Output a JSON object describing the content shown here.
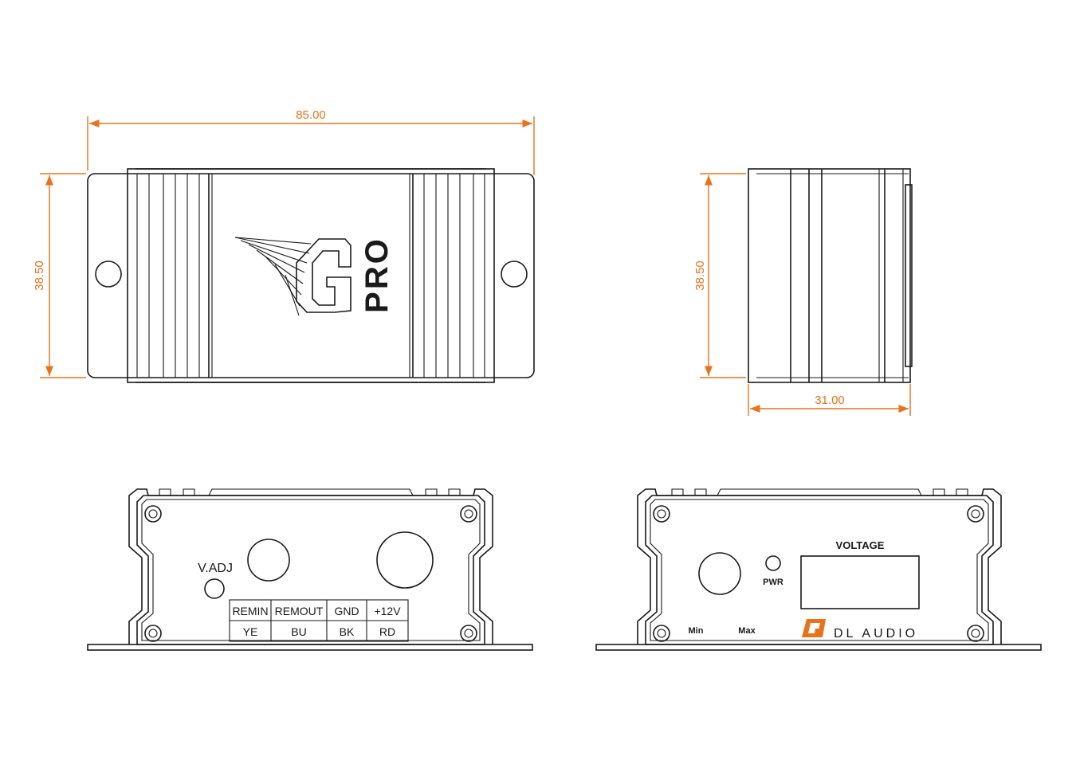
{
  "dimensions": {
    "top_width": "85.00",
    "top_height": "38.50",
    "side_height": "38.50",
    "side_width": "31.00"
  },
  "logo": {
    "mark": "G",
    "text": "PRO"
  },
  "connector_panel": {
    "vadj_label": "V.ADJ",
    "table": {
      "headers": [
        "REMIN",
        "REMOUT",
        "GND",
        "+12V"
      ],
      "values": [
        "YE",
        "BU",
        "BK",
        "RD"
      ]
    }
  },
  "display_panel": {
    "voltage_label": "VOLTAGE",
    "pwr_label": "PWR",
    "min_label": "Min",
    "max_label": "Max",
    "brand": "DL AUDIO"
  },
  "colors": {
    "dimension": "#e8731c",
    "line": "#1a1a1a",
    "brand_mark": "#e8731c"
  }
}
